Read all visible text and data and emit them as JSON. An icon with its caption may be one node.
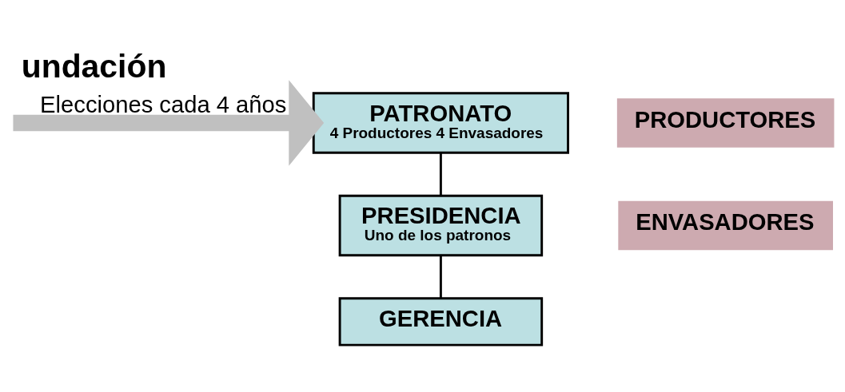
{
  "diagram": {
    "title": "undación",
    "nodes": [
      {
        "text": [
          "PATRONATO",
          "4 Productores 4 Envasadores"
        ]
      },
      {
        "text": [
          "PRESIDENCIA",
          "Uno de los patronos"
        ]
      },
      {
        "text": [
          "GERENCIA"
        ]
      },
      {
        "text": [
          "PRODUCTORES"
        ]
      },
      {
        "text": [
          "ENVASADORES"
        ]
      }
    ],
    "edges": [
      {
        "from": null,
        "to": 0,
        "arrow": "to",
        "label": "Elecciones cada 4 años",
        "style": "thick",
        "color": "#c0c0c0"
      },
      {
        "from": 0,
        "to": 1,
        "arrow": "none"
      },
      {
        "from": 1,
        "to": 2,
        "arrow": "none"
      }
    ]
  }
}
